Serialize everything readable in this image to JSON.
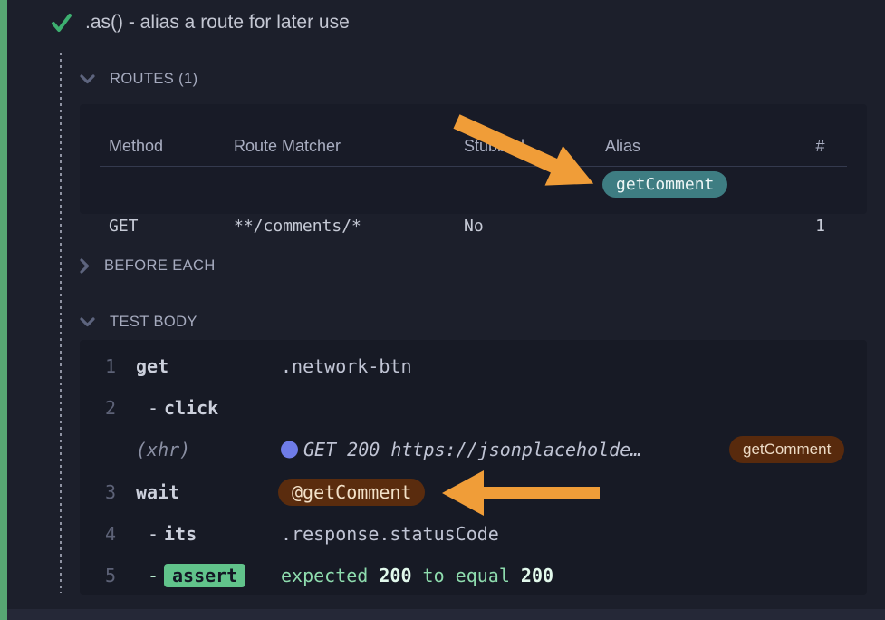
{
  "test": {
    "title": ".as() - alias a route for later use",
    "status": "passed"
  },
  "sections": {
    "routes": "ROUTES (1)",
    "before_each": "BEFORE EACH",
    "test_body": "TEST BODY"
  },
  "routes_table": {
    "headers": [
      "Method",
      "Route Matcher",
      "Stubbed",
      "Alias",
      "#"
    ],
    "row": {
      "method": "GET",
      "route_matcher": "**/comments/*",
      "stubbed": "No",
      "alias": "getComment",
      "count": "1"
    }
  },
  "commands": {
    "c1": {
      "num": "1",
      "name": "get",
      "message": ".network-btn"
    },
    "c2": {
      "num": "2",
      "dash": "-",
      "name": "click"
    },
    "xhr": {
      "name": "(xhr)",
      "message": "GET 200 https://jsonplaceholde…",
      "badge": "getComment"
    },
    "c3": {
      "num": "3",
      "name": "wait",
      "badge": "@getComment"
    },
    "c4": {
      "num": "4",
      "dash": "-",
      "name": "its",
      "message": ".response.statusCode"
    },
    "c5": {
      "num": "5",
      "dash": "-",
      "name": "assert",
      "parts": [
        "expected",
        "200",
        "to equal",
        "200"
      ]
    }
  },
  "icons": {
    "checkmark": "pass-checkmark-icon",
    "chevron_down": "chevron-down-icon",
    "chevron_right": "chevron-right-icon",
    "xhr_dot": "xhr-indicator-dot",
    "arrow": "annotation-arrow"
  },
  "colors": {
    "page_bg": "#1c1f2b",
    "panel_bg": "#171a25",
    "pass_green": "#57a773",
    "check_green": "#3daf70",
    "alias_teal": "#3e7d82",
    "route_brown": "#5a2c0e",
    "assert_green": "#61c38b",
    "annotation_orange": "#f09d38",
    "xhr_blue": "#6f7ce8"
  }
}
